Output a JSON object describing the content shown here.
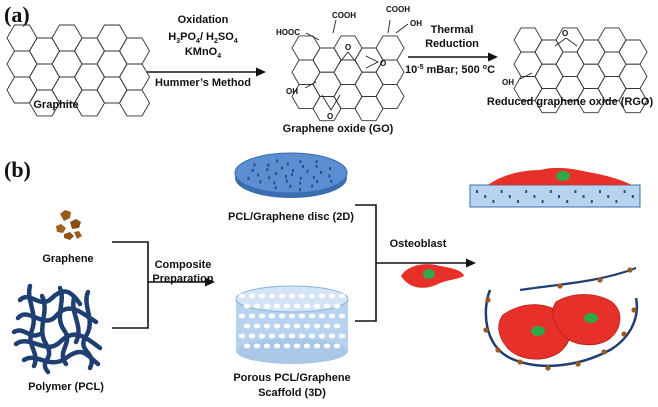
{
  "panel_a": {
    "label": "(a)",
    "graphite_label": "Graphite",
    "oxidation": {
      "title": "Oxidation",
      "acids_main_1": "H",
      "acids_sub_1": "3",
      "acids_main_2": "PO",
      "acids_sub_2": "4",
      "acids_main_3": "/ H",
      "acids_sub_3": "2",
      "acids_main_4": "SO",
      "acids_sub_4": "4",
      "oxidant_main": "KMnO",
      "oxidant_sub": "4",
      "method": "Hummer’s Method"
    },
    "go_label": "Graphene oxide (GO)",
    "reduction": {
      "line1": "Thermal",
      "line2": "Reduction",
      "cond_base": "10",
      "cond_exp": "-5",
      "cond_rest": " mBar; 500 ",
      "cond_deg": "o",
      "cond_unit": "C"
    },
    "rgo_label": "Reduced graphene oxide (RGO)",
    "groups": {
      "cooh_1": "HOOC",
      "cooh_2": "COOH",
      "cooh_3": "COOH",
      "oh_1": "OH",
      "oh_2": "OH",
      "oh_3": "OH",
      "o_1": "O",
      "o_2": "O",
      "o_3": "O",
      "o_4": "O"
    }
  },
  "panel_b": {
    "label": "(b)",
    "graphene_label": "Graphene",
    "polymer_label": "Polymer (PCL)",
    "composite_line1": "Composite",
    "composite_line2": "Preparation",
    "disc_label": "PCL/Graphene disc (2D)",
    "scaffold_line1": "Porous PCL/Graphene",
    "scaffold_line2": "Scaffold  (3D)",
    "osteoblast_label": "Osteoblast"
  },
  "colors": {
    "disc_fill": "#5b8fd1",
    "disc_edge": "#3a6cb0",
    "scaffold_fill": "#b8d3ee",
    "cell_red": "#e8302a",
    "nucleus_green": "#2fa84a",
    "polymer_blue": "#1f3f73",
    "graphene_brown": "#9a5a1c"
  }
}
